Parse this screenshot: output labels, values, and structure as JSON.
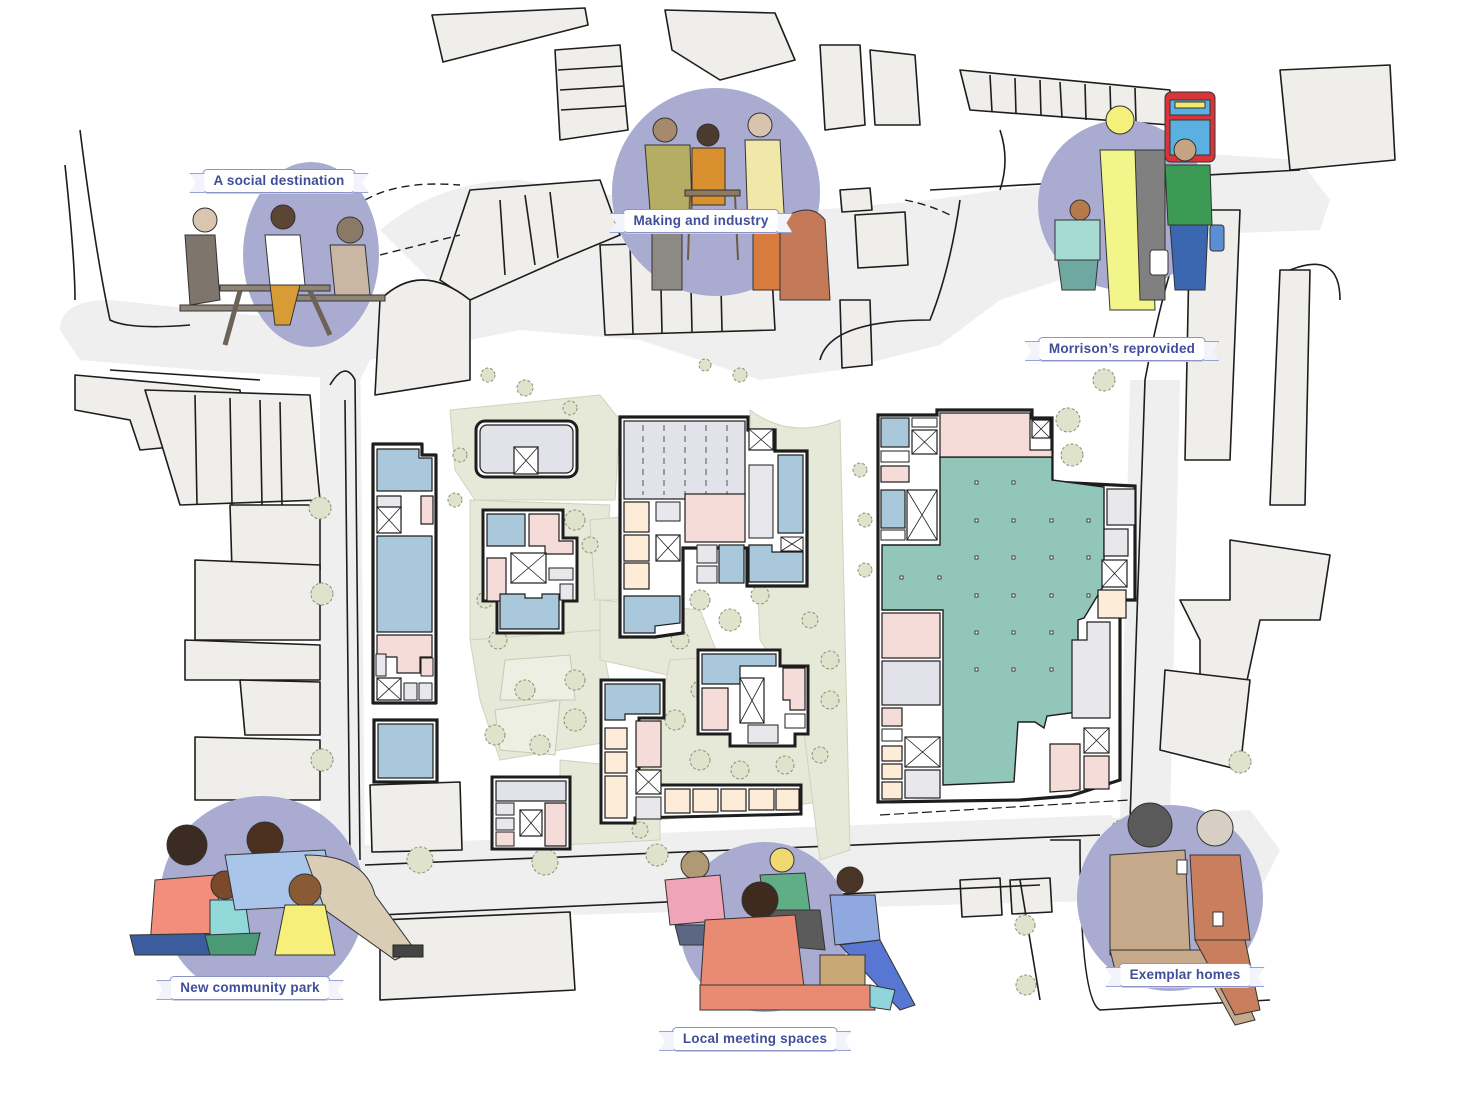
{
  "diagram": {
    "type": "illustrated masterplan / site plan",
    "colors": {
      "background": "#ffffff",
      "existing_building": "#efeeeb",
      "street_paving": "#efeff0",
      "outline": "#1d1d1d",
      "vignette_circle": "#a9acd0",
      "label_text": "#3f4e98",
      "label_border": "#8b93c9",
      "supermarket": "#92c6b8",
      "blue_unit": "#a9c8dc",
      "pink_unit": "#f6dcd8",
      "cream_unit": "#fcecd8",
      "grey_unit": "#e4e4ea",
      "parking_deck": "#e2e2ea",
      "landscape": "#e6e8d8",
      "tree": "#dfe3cc"
    },
    "legend_keys": {
      "supermarket": "large green floor plate with column grid",
      "core": "white square with cross (stair/lift core)",
      "trees": "dashed circles",
      "landscape": "pale green soft landscaping"
    }
  },
  "callouts": [
    {
      "id": "social",
      "label": "A social destination",
      "scene": "three people at a picnic bench"
    },
    {
      "id": "making",
      "label": "Making and industry",
      "scene": "craftspeople around a chair workbench"
    },
    {
      "id": "morrisons",
      "label": "Morrison’s reprovided",
      "scene": "shoppers with bags and a red bus"
    },
    {
      "id": "park",
      "label": "New community park",
      "scene": "family sitting on the ground"
    },
    {
      "id": "meeting",
      "label": "Local meeting spaces",
      "scene": "group of young people sitting"
    },
    {
      "id": "homes",
      "label": "Exemplar homes",
      "scene": "two older women chatting with cups"
    }
  ]
}
